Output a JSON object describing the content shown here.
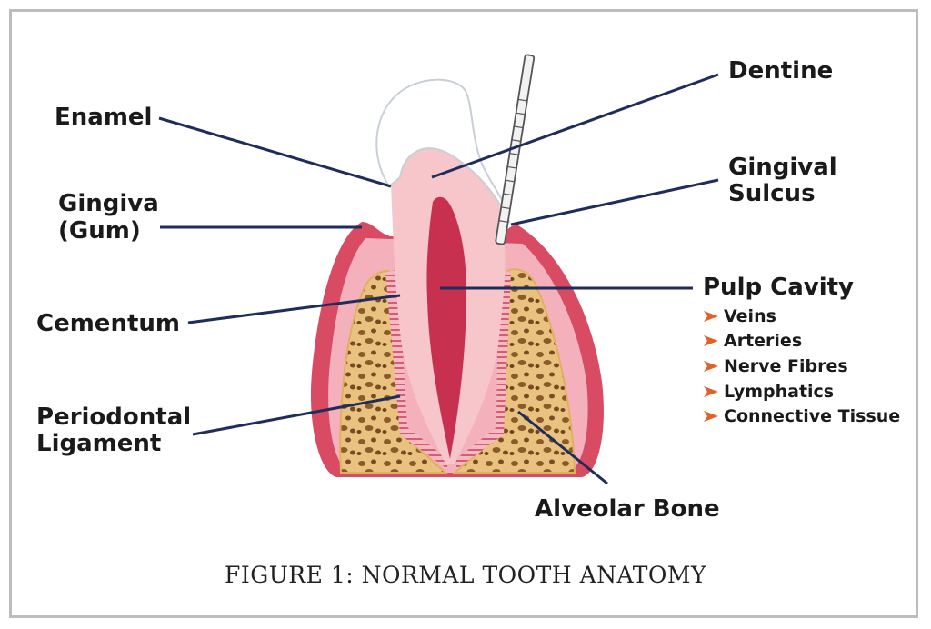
{
  "labels": {
    "enamel": "Enamel",
    "dentine": "Dentine",
    "gingiva_line1": "Gingiva",
    "gingiva_line2": "(Gum)",
    "gingival_sulcus_line1": "Gingival",
    "gingival_sulcus_line2": "Sulcus",
    "pulp_cavity": "Pulp Cavity",
    "cementum": "Cementum",
    "periodontal_line1": "Periodontal",
    "periodontal_line2": "Ligament",
    "alveolar_bone": "Alveolar Bone"
  },
  "pulp_contents": [
    "Veins",
    "Arteries",
    "Nerve Fibres",
    "Lymphatics",
    "Connective Tissue"
  ],
  "caption": "FIGURE 1: NORMAL TOOTH ANATOMY",
  "colors": {
    "leader_line": "#1f2d5c",
    "arrow": "#e0622a",
    "gum": "#d94a63",
    "gum_light": "#f2aab4",
    "dentine": "#f6c6cb",
    "pulp": "#c8304f",
    "enamel": "#ffffff",
    "bone": "#e8c27e"
  }
}
